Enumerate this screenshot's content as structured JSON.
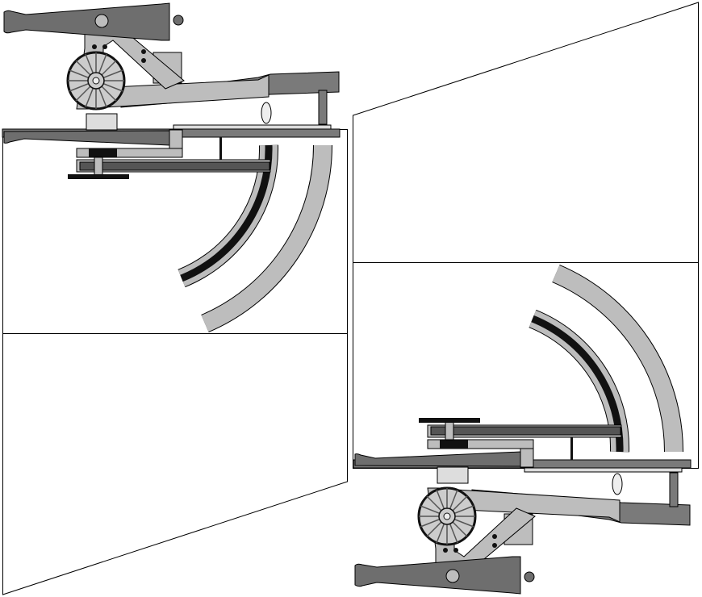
{
  "drawing": {
    "subject": "cannon-on-slide-carriage",
    "views": [
      "side-view",
      "top-view"
    ],
    "colors": {
      "barrel": "#6e6e6e",
      "carriage": "#bdbdbd",
      "slide": "#7a7a7a",
      "rail_dark": "#555555",
      "outline": "#000000",
      "background": "#ffffff"
    }
  }
}
